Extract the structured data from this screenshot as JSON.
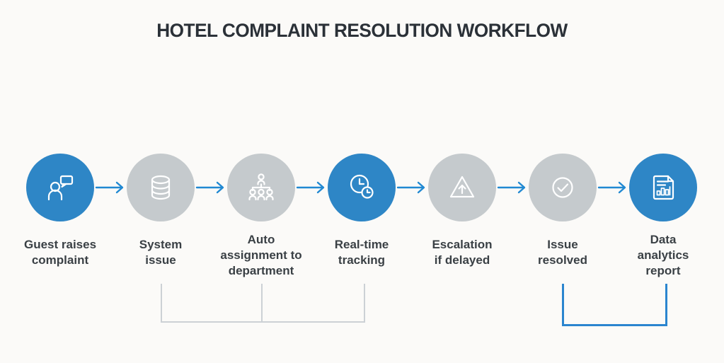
{
  "title": "HOTEL COMPLAINT RESOLUTION WORKFLOW",
  "colors": {
    "accent_blue": "#2e86c6",
    "arrow_blue": "#2189d2",
    "step_gray": "#c5cacd",
    "bracket_gray": "#ccd1d5",
    "bracket_blue": "#2b85cf",
    "title_color": "#2b3138",
    "label_color": "#3a4045",
    "background": "#fbfaf8"
  },
  "steps": [
    {
      "label": "Guest raises\ncomplaint",
      "icon": "person-chat-icon",
      "circle_color": "blue"
    },
    {
      "label": "System\nissue",
      "icon": "database-icon",
      "circle_color": "gray"
    },
    {
      "label": "Auto\nassignment to\ndepartment",
      "icon": "org-chart-icon",
      "circle_color": "gray"
    },
    {
      "label": "Real-time\ntracking",
      "icon": "clock-tracking-icon",
      "circle_color": "blue"
    },
    {
      "label": "Escalation\nif delayed",
      "icon": "warning-triangle-icon",
      "circle_color": "gray"
    },
    {
      "label": "Issue\nresolved",
      "icon": "check-circle-icon",
      "circle_color": "gray"
    },
    {
      "label": "Data\nanalytics\nreport",
      "icon": "report-document-icon",
      "circle_color": "blue"
    }
  ],
  "connectors": {
    "gray_bracket": {
      "connects": [
        "System issue",
        "Auto assignment to department",
        "Real-time tracking"
      ]
    },
    "blue_bracket": {
      "connects": [
        "Issue resolved",
        "Data analytics report"
      ]
    }
  }
}
